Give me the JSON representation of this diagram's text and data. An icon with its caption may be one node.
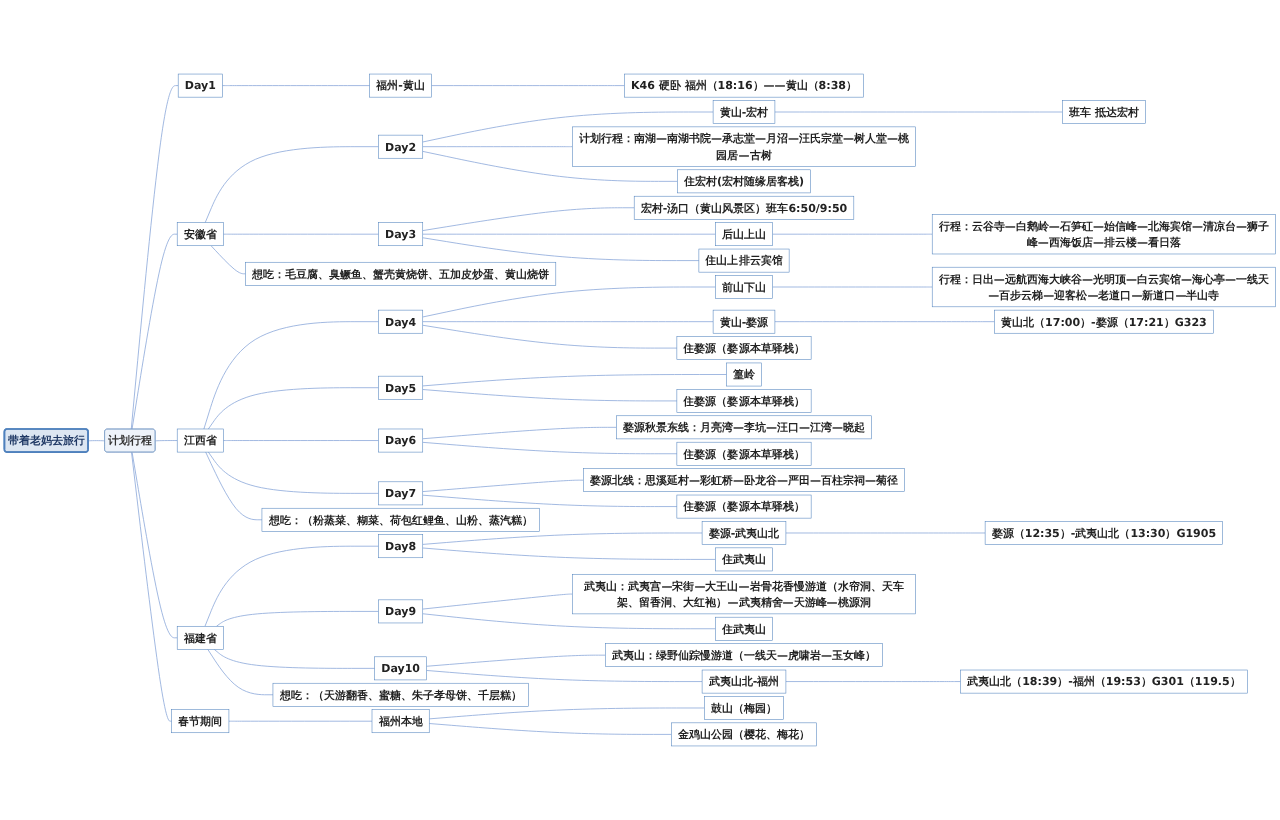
{
  "diagram": {
    "nodes": [
      {
        "text": [
          "带着老妈去旅行"
        ]
      },
      {
        "text": [
          "计划行程"
        ]
      },
      {
        "text": [
          "Day1"
        ]
      },
      {
        "text": [
          "福州-黄山"
        ]
      },
      {
        "text": [
          "K46 硬卧 福州（18:16）——黄山（8:38）"
        ]
      },
      {
        "text": [
          "安徽省"
        ]
      },
      {
        "text": [
          "Day2"
        ]
      },
      {
        "text": [
          "黄山-宏村"
        ]
      },
      {
        "text": [
          "班车 抵达宏村"
        ]
      },
      {
        "text": [
          "计划行程：南湖—南湖书院—承志堂—月沼—汪氏宗堂—树人堂—桃园居—古树"
        ]
      },
      {
        "text": [
          "住宏村(宏村随缘居客栈)"
        ]
      },
      {
        "text": [
          "Day3"
        ]
      },
      {
        "text": [
          "宏村-汤口（黄山风景区）班车6:50/9:50"
        ]
      },
      {
        "text": [
          "后山上山"
        ]
      },
      {
        "text": [
          "行程：云谷寺—白鹅岭—石笋矼—始信峰—北海宾馆—清凉台—狮子峰—西海饭店—排云楼—看日落"
        ]
      },
      {
        "text": [
          "住山上排云宾馆"
        ]
      },
      {
        "text": [
          "想吃：毛豆腐、臭鳜鱼、蟹壳黄烧饼、五加皮炒蛋、黄山烧饼"
        ]
      },
      {
        "text": [
          "江西省"
        ]
      },
      {
        "text": [
          "Day4"
        ]
      },
      {
        "text": [
          "前山下山"
        ]
      },
      {
        "text": [
          "行程：日出—远航西海大峡谷—光明顶—白云宾馆—海心亭—一线天—百步云梯—迎客松—老道口—新道口—半山寺"
        ]
      },
      {
        "text": [
          "黄山-婺源"
        ]
      },
      {
        "text": [
          "黄山北（17:00）-婺源（17:21）G323"
        ]
      },
      {
        "text": [
          "住婺源（婺源本草驿栈）"
        ]
      },
      {
        "text": [
          "Day5"
        ]
      },
      {
        "text": [
          "篁岭"
        ]
      },
      {
        "text": [
          "住婺源（婺源本草驿栈）"
        ]
      },
      {
        "text": [
          "Day6"
        ]
      },
      {
        "text": [
          "婺源秋景东线：月亮湾—李坑—汪口—江湾—晓起"
        ]
      },
      {
        "text": [
          "住婺源（婺源本草驿栈）"
        ]
      },
      {
        "text": [
          "Day7"
        ]
      },
      {
        "text": [
          "婺源北线：思溪延村—彩虹桥—卧龙谷—严田—百柱宗祠—菊径"
        ]
      },
      {
        "text": [
          "住婺源（婺源本草驿栈）"
        ]
      },
      {
        "text": [
          "想吃：（粉蒸菜、糊菜、荷包红鲤鱼、山粉、蒸汽糕）"
        ]
      },
      {
        "text": [
          "福建省"
        ]
      },
      {
        "text": [
          "Day8"
        ]
      },
      {
        "text": [
          "婺源-武夷山北"
        ]
      },
      {
        "text": [
          "婺源（12:35）-武夷山北（13:30）G1905"
        ]
      },
      {
        "text": [
          "住武夷山"
        ]
      },
      {
        "text": [
          "Day9"
        ]
      },
      {
        "text": [
          "武夷山：武夷宫—宋街—大王山—岩骨花香慢游道（水帘洞、天车架、留香涧、大红袍）—武夷精舍—天游峰—桃源洞"
        ]
      },
      {
        "text": [
          "住武夷山"
        ]
      },
      {
        "text": [
          "Day10"
        ]
      },
      {
        "text": [
          "武夷山：绿野仙踪慢游道（一线天—虎啸岩—玉女峰）"
        ]
      },
      {
        "text": [
          "武夷山北-福州"
        ]
      },
      {
        "text": [
          "武夷山北（18:39）-福州（19:53）G301（119.5）"
        ]
      },
      {
        "text": [
          "想吃：（天游翻香、蜜糖、朱子孝母饼、千层糕）"
        ]
      },
      {
        "text": [
          "春节期间"
        ]
      },
      {
        "text": [
          "福州本地"
        ]
      },
      {
        "text": [
          "鼓山（梅园）"
        ]
      },
      {
        "text": [
          "金鸡山公园（樱花、梅花）"
        ]
      }
    ],
    "edges": [
      {
        "from": 0,
        "to": 1,
        "arrow": "none"
      },
      {
        "from": 1,
        "to": 2,
        "arrow": "none"
      },
      {
        "from": 2,
        "to": 3,
        "arrow": "none"
      },
      {
        "from": 3,
        "to": 4,
        "arrow": "none"
      },
      {
        "from": 1,
        "to": 5,
        "arrow": "none"
      },
      {
        "from": 5,
        "to": 6,
        "arrow": "none"
      },
      {
        "from": 6,
        "to": 7,
        "arrow": "none"
      },
      {
        "from": 7,
        "to": 8,
        "arrow": "none"
      },
      {
        "from": 6,
        "to": 9,
        "arrow": "none"
      },
      {
        "from": 6,
        "to": 10,
        "arrow": "none"
      },
      {
        "from": 5,
        "to": 11,
        "arrow": "none"
      },
      {
        "from": 11,
        "to": 12,
        "arrow": "none"
      },
      {
        "from": 11,
        "to": 13,
        "arrow": "none"
      },
      {
        "from": 13,
        "to": 14,
        "arrow": "none"
      },
      {
        "from": 11,
        "to": 15,
        "arrow": "none"
      },
      {
        "from": 5,
        "to": 16,
        "arrow": "none"
      },
      {
        "from": 1,
        "to": 17,
        "arrow": "none"
      },
      {
        "from": 17,
        "to": 18,
        "arrow": "none"
      },
      {
        "from": 18,
        "to": 19,
        "arrow": "none"
      },
      {
        "from": 19,
        "to": 20,
        "arrow": "none"
      },
      {
        "from": 18,
        "to": 21,
        "arrow": "none"
      },
      {
        "from": 21,
        "to": 22,
        "arrow": "none"
      },
      {
        "from": 18,
        "to": 23,
        "arrow": "none"
      },
      {
        "from": 17,
        "to": 24,
        "arrow": "none"
      },
      {
        "from": 24,
        "to": 25,
        "arrow": "none"
      },
      {
        "from": 24,
        "to": 26,
        "arrow": "none"
      },
      {
        "from": 17,
        "to": 27,
        "arrow": "none"
      },
      {
        "from": 27,
        "to": 28,
        "arrow": "none"
      },
      {
        "from": 27,
        "to": 29,
        "arrow": "none"
      },
      {
        "from": 17,
        "to": 30,
        "arrow": "none"
      },
      {
        "from": 30,
        "to": 31,
        "arrow": "none"
      },
      {
        "from": 30,
        "to": 32,
        "arrow": "none"
      },
      {
        "from": 17,
        "to": 33,
        "arrow": "none"
      },
      {
        "from": 1,
        "to": 34,
        "arrow": "none"
      },
      {
        "from": 34,
        "to": 35,
        "arrow": "none"
      },
      {
        "from": 35,
        "to": 36,
        "arrow": "none"
      },
      {
        "from": 36,
        "to": 37,
        "arrow": "none"
      },
      {
        "from": 35,
        "to": 38,
        "arrow": "none"
      },
      {
        "from": 34,
        "to": 39,
        "arrow": "none"
      },
      {
        "from": 39,
        "to": 40,
        "arrow": "none"
      },
      {
        "from": 39,
        "to": 41,
        "arrow": "none"
      },
      {
        "from": 34,
        "to": 42,
        "arrow": "none"
      },
      {
        "from": 42,
        "to": 43,
        "arrow": "none"
      },
      {
        "from": 42,
        "to": 44,
        "arrow": "none"
      },
      {
        "from": 44,
        "to": 45,
        "arrow": "none"
      },
      {
        "from": 34,
        "to": 46,
        "arrow": "none"
      },
      {
        "from": 1,
        "to": 47,
        "arrow": "none"
      },
      {
        "from": 47,
        "to": 48,
        "arrow": "none"
      },
      {
        "from": 48,
        "to": 49,
        "arrow": "none"
      },
      {
        "from": 48,
        "to": 50,
        "arrow": "none"
      }
    ]
  }
}
